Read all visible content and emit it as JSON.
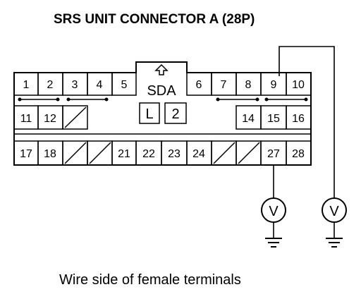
{
  "title": "SRS UNIT CONNECTOR A (28P)",
  "caption": "Wire side of female terminals",
  "connector": {
    "sda_label": "SDA",
    "lock_label": "L",
    "number_label": "2",
    "row1": [
      "1",
      "2",
      "3",
      "4",
      "5",
      "6",
      "7",
      "8",
      "9",
      "10"
    ],
    "row2": [
      "11",
      "12",
      "14",
      "15",
      "16"
    ],
    "row3": [
      "17",
      "18",
      "21",
      "22",
      "23",
      "24",
      "27",
      "28"
    ]
  },
  "meters": [
    {
      "icon": "voltmeter-icon",
      "symbol": "V",
      "terminal": "27"
    },
    {
      "icon": "voltmeter-icon",
      "symbol": "V",
      "terminal": "9"
    }
  ]
}
